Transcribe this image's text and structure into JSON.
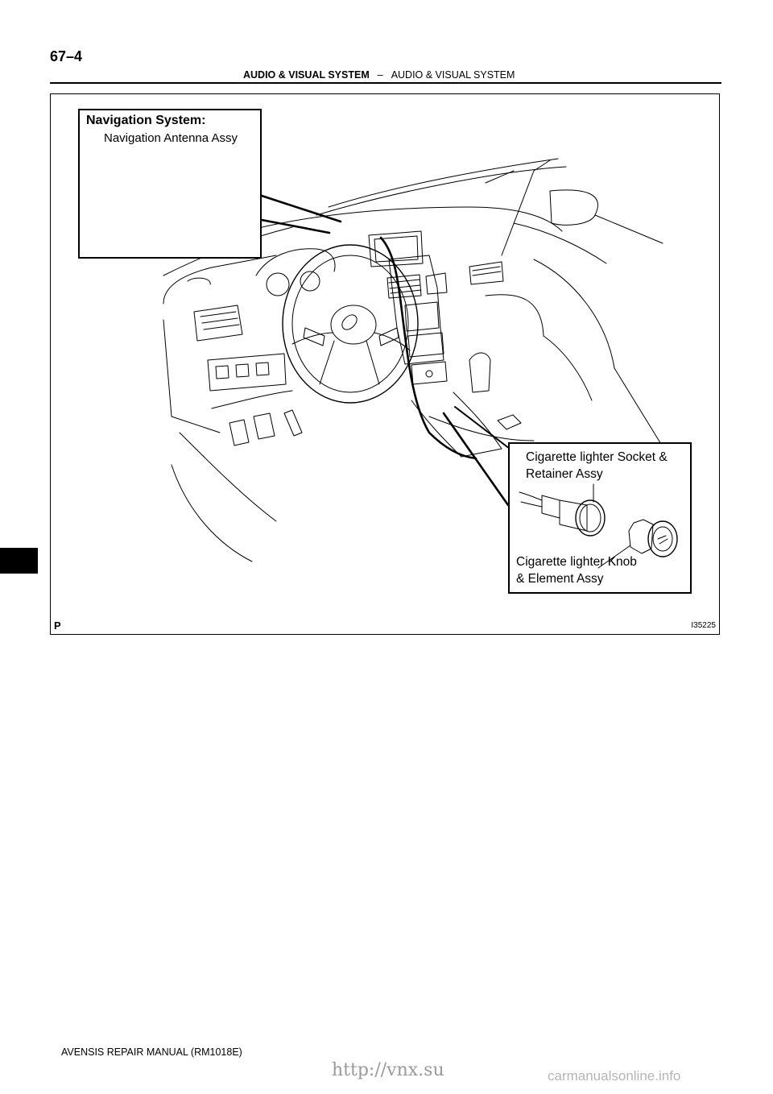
{
  "page": {
    "number": "67–4",
    "section": "AUDIO & VISUAL SYSTEM",
    "separator": "–",
    "subsection": "AUDIO & VISUAL SYSTEM",
    "manual_title": "AVENSIS REPAIR MANUAL   (RM1018E)"
  },
  "figure": {
    "corner_mark": "P",
    "code": "I35225",
    "callouts": {
      "navigation": {
        "title": "Navigation System:",
        "part": "Navigation Antenna Assy"
      },
      "socket": {
        "line1": "Cigarette lighter Socket &",
        "line2": "Retainer Assy"
      },
      "knob": {
        "line1": "Cigarette lighter Knob",
        "line2": "& Element Assy"
      }
    }
  },
  "footer": {
    "url": "http://vnx.su",
    "watermark": "carmanualsonline.info"
  }
}
